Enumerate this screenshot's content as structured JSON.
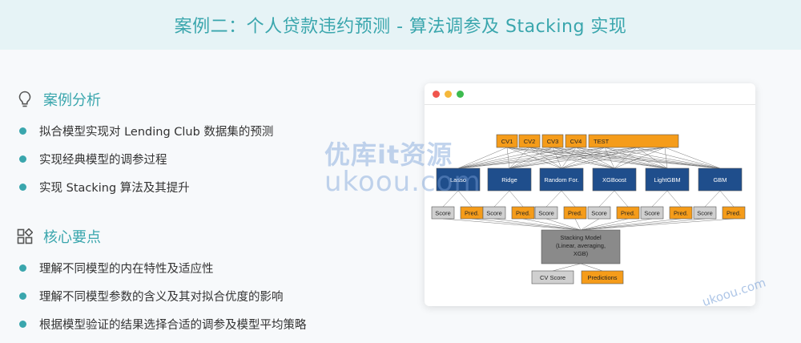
{
  "header": {
    "title": "案例二：个人贷款违约预测 - 算法调参及 Stacking 实现"
  },
  "sections": [
    {
      "title": "案例分析",
      "icon": "lightbulb-icon",
      "items": [
        "拟合模型实现对 Lending Club 数据集的预测",
        "实现经典模型的调参过程",
        "实现 Stacking 算法及其提升"
      ]
    },
    {
      "title": "核心要点",
      "icon": "grid-icon",
      "items": [
        "理解不同模型的内在特性及适应性",
        "理解不同模型参数的含义及其对拟合优度的影响",
        "根据模型验证的结果选择合适的调参及模型平均策略"
      ]
    }
  ],
  "diagram": {
    "folds": [
      "CV1",
      "CV2",
      "CV3",
      "CV4",
      "TEST"
    ],
    "models": [
      "Lasso",
      "Ridge",
      "Random For.",
      "XGBoost",
      "LightGBM",
      "GBM"
    ],
    "outputs": {
      "score": "Score",
      "pred": "Pred."
    },
    "stacking": [
      "Stacking Model",
      "(Linear, averaging,",
      "XGB)"
    ],
    "final": {
      "cv_score": "CV Score",
      "predictions": "Predictions"
    }
  },
  "colors": {
    "accent": "#3aa6ad",
    "orange": "#f59c1a",
    "navy": "#1f4e8c",
    "grey_box": "#d0d0d0",
    "stack_box": "#8a8a8a"
  },
  "watermark": {
    "line1": "优库it资源",
    "line2": "ukoou.com",
    "corner": "ukoou.com"
  }
}
